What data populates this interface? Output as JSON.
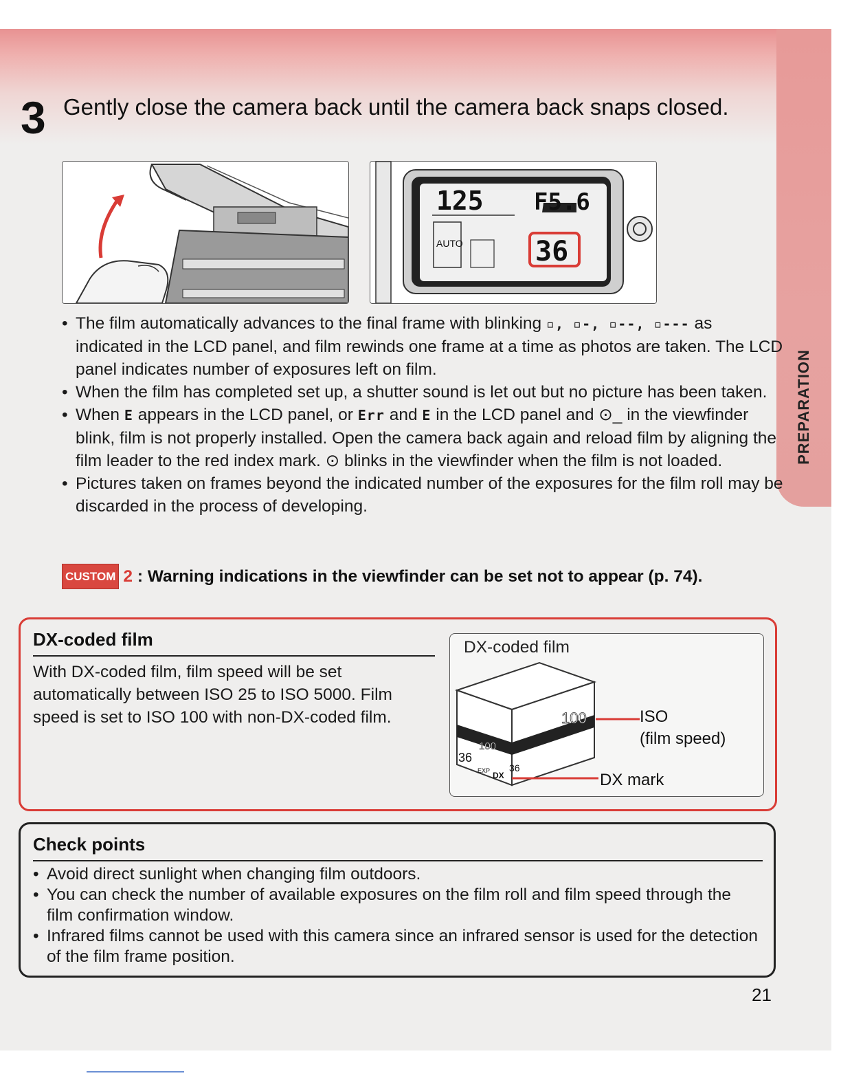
{
  "side_tab": {
    "label": "PREPARATION"
  },
  "step": {
    "number": "3",
    "title": "Gently close the camera back until the camera back snaps closed."
  },
  "illustration_right": {
    "shutter": "125",
    "aperture": "F5.6",
    "mode": "AUTO",
    "frame_count": "36"
  },
  "bullets": [
    {
      "p1": "The film automatically advances to the final frame with blinking",
      "sym": "▫, ▫-, ▫--, ▫---",
      "p2": "as indicated in the LCD panel, and film rewinds one frame at a time as photos are taken. The LCD panel indicates number of exposures left on film."
    },
    {
      "text": "When the film has completed set up, a shutter sound is let out but no picture has been taken."
    },
    {
      "p1": "When",
      "s1": "E",
      "p2": "appears in the LCD panel, or",
      "s2": "Err",
      "p3": "and",
      "s3": "E",
      "p4": "in the LCD panel and",
      "s4": "⊙_",
      "p5": "in the viewfinder blink, film is not properly installed. Open the camera back again and reload film by aligning the film leader to the red index mark.",
      "s5": "⊙",
      "p6": "blinks in the viewfinder when the film is not loaded."
    },
    {
      "text": "Pictures taken on frames beyond the indicated number of the exposures for the film roll may be discarded in the process of developing."
    }
  ],
  "custom_note": {
    "badge": "CUSTOM",
    "number": "2",
    "text": ": Warning indications in the viewfinder can be set not to appear (p. 74)."
  },
  "dx_box": {
    "title": "DX-coded film",
    "text": "With DX-coded film, film speed will be set automatically between ISO 25 to ISO 5000. Film speed is set to ISO 100 with non-DX-coded film.",
    "figure_title": "DX-coded film",
    "label_iso": "ISO",
    "label_speed": "(film speed)",
    "label_dx": "DX mark",
    "box_number": "100",
    "side_number": "100",
    "exp_number": "36",
    "exp_label": "EXP",
    "dx_logo": "DX",
    "small_number": "36"
  },
  "check_points": {
    "title": "Check points",
    "items": [
      "Avoid direct sunlight when changing film outdoors.",
      "You can check the number of available exposures on the film roll and film speed through the film confirmation window.",
      "Infrared films cannot be used with this camera since an infrared sensor is used for the detection of the film frame position."
    ]
  },
  "page_number": "21",
  "colors": {
    "accent_red": "#d93c36",
    "tab_pink": "#e79a98"
  }
}
